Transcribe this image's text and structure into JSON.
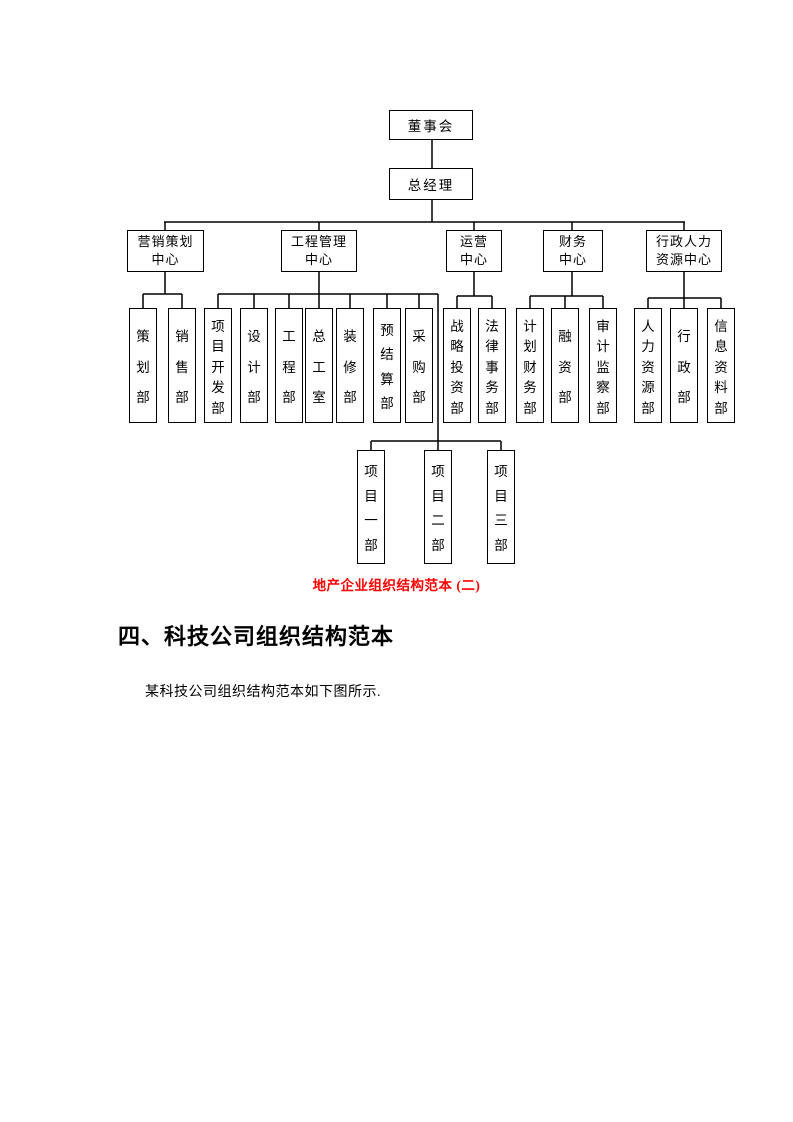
{
  "document": {
    "figure_caption": "地产企业组织结构范本 (二)",
    "section_heading": "四、科技公司组织结构范本",
    "paragraph": "某科技公司组织结构范本如下图所示."
  },
  "colors": {
    "caption_red": "#ff0000",
    "line_black": "#000000",
    "page_background": "#ffffff"
  },
  "org_chart": {
    "root": {
      "label": "董事会"
    },
    "general_manager": {
      "label": "总经理"
    },
    "centers": [
      {
        "line1": "营销策划",
        "line2": "中心",
        "departments": [
          "策划部",
          "销售部"
        ]
      },
      {
        "line1": "工程管理",
        "line2": "中心",
        "departments": [
          "项目开发部",
          "设计部",
          "工程部",
          "总工室",
          "装修部",
          "预结算部",
          "采购部"
        ],
        "project_departments": [
          "项目一部",
          "项目二部",
          "项目三部"
        ]
      },
      {
        "line1": "运营",
        "line2": "中心",
        "departments": [
          "战略投资部",
          "法律事务部"
        ]
      },
      {
        "line1": "财务",
        "line2": "中心",
        "departments": [
          "计划财务部",
          "融资部",
          "审计监察部"
        ]
      },
      {
        "line1": "行政人力",
        "line2": "资源中心",
        "departments": [
          "人力资源部",
          "行政部",
          "信息资料部"
        ]
      }
    ]
  }
}
